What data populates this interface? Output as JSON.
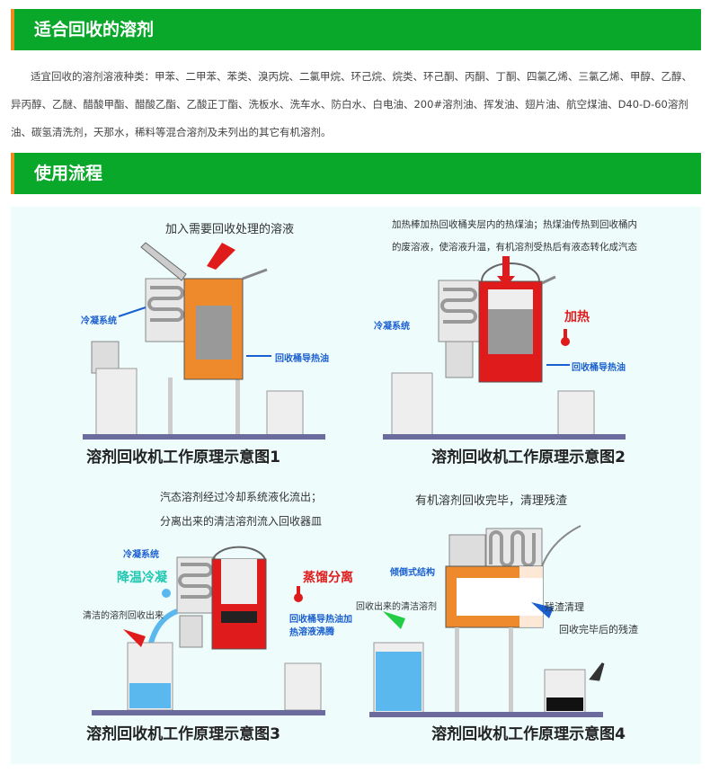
{
  "section1": {
    "title": "适合回收的溶剂",
    "text": "适宜回收的溶剂溶液种类：甲苯、二甲苯、苯类、溴丙烷、二氯甲烷、环己烷、烷类、环己酮、丙酮、丁酮、四氯乙烯、三氯乙烯、甲醇、乙醇、异丙醇、乙醚、醋酸甲酯、醋酸乙酯、乙酸正丁酯、洗板水、洗车水、防白水、白电油、200#溶剂油、挥发油、翅片油、航空煤油、D40-D-60溶剂油、碳氢清洗剂，天那水，稀料等混合溶剂及未列出的其它有机溶剂。"
  },
  "section2": {
    "title": "使用流程"
  },
  "diagrams": [
    {
      "caption": "溶剂回收机工作原理示意图1",
      "note": "加入需要回收处理的溶液",
      "labels": {
        "condenser": "冷凝系统",
        "oil": "回收桶导热油"
      }
    },
    {
      "caption": "溶剂回收机工作原理示意图2",
      "note_lines": [
        "加热棒加热回收桶夹层内的热煤油；热煤油传热到回收桶内",
        "的废溶液，使溶液升温，有机溶剂受热后有液态转化成汽态"
      ],
      "labels": {
        "condenser": "冷凝系统",
        "heat": "加热",
        "oil": "回收桶导热油"
      }
    },
    {
      "caption": "溶剂回收机工作原理示意图3",
      "note_lines": [
        "汽态溶剂经过冷却系统液化流出；",
        "分离出来的清洁溶剂流入回收器皿"
      ],
      "labels": {
        "condenser": "冷凝系统",
        "cool": "降温冷凝",
        "clean": "清洁的溶剂回收出来",
        "distill": "蒸馏分离",
        "oil1": "回收桶导热油加热",
        "oil2": "溶液沸腾"
      }
    },
    {
      "caption": "溶剂回收机工作原理示意图4",
      "note": "有机溶剂回收完毕，清理残渣",
      "labels": {
        "tilt": "倾倒式结构",
        "clean": "回收出来的清洁溶剂",
        "residue_clean": "残渣清理",
        "residue": "回收完毕后的残渣"
      }
    }
  ],
  "colors": {
    "green": "#0aa82a",
    "orange_accent": "#f08a1c",
    "oil_orange": "#ef8a2c",
    "heat_red": "#e01b1b",
    "panel_bg": "#eefcfc"
  }
}
